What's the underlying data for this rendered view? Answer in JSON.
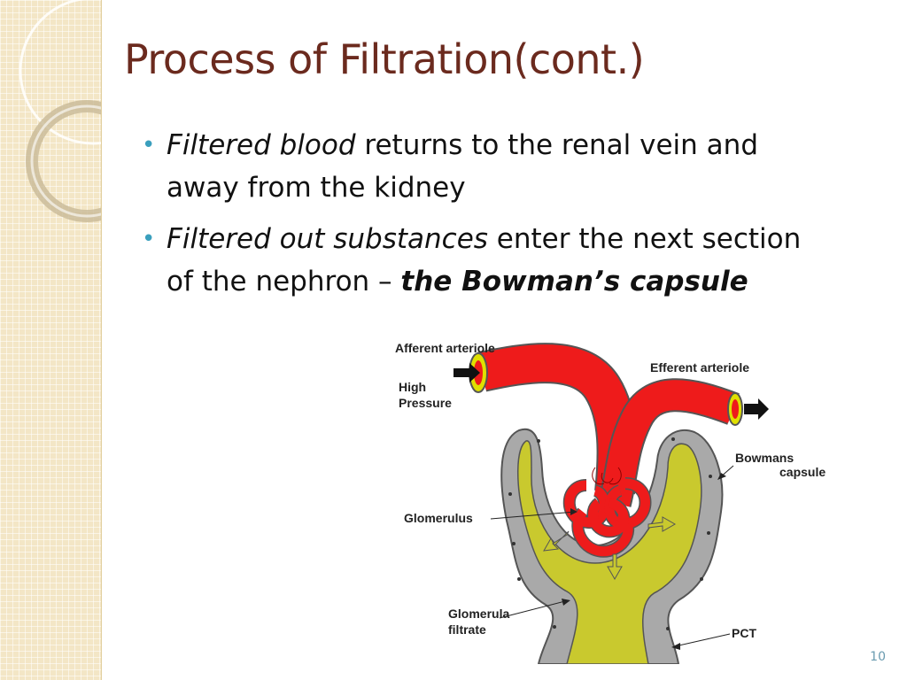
{
  "slide": {
    "title": "Process of Filtration(cont.)",
    "page_number": "10"
  },
  "bullets": [
    {
      "italic_lead": "Filtered blood",
      "rest": " returns to the renal vein and away from the kidney"
    },
    {
      "italic_lead": "Filtered out substances",
      "rest": " enter the next section of the nephron – ",
      "bold_italic_tail": "the Bowman’s capsule"
    }
  ],
  "diagram": {
    "labels": {
      "afferent": "Afferent arteriole",
      "efferent": "Efferent arteriole",
      "high": "High",
      "pressure": "Pressure",
      "bowmans_1": "Bowmans",
      "bowmans_2": "capsule",
      "glomerulus": "Glomerulus",
      "filtrate_1": "Glomerula",
      "filtrate_2": "filtrate",
      "pct": "PCT"
    },
    "colors": {
      "vessel_red": "#ee1b1b",
      "vessel_rim": "#e0e000",
      "filtrate_yellow": "#c9c92e",
      "capsule_gray": "#a9a9a9",
      "title_brown": "#6b2a1e",
      "bullet_teal": "#3a9fbd"
    }
  }
}
